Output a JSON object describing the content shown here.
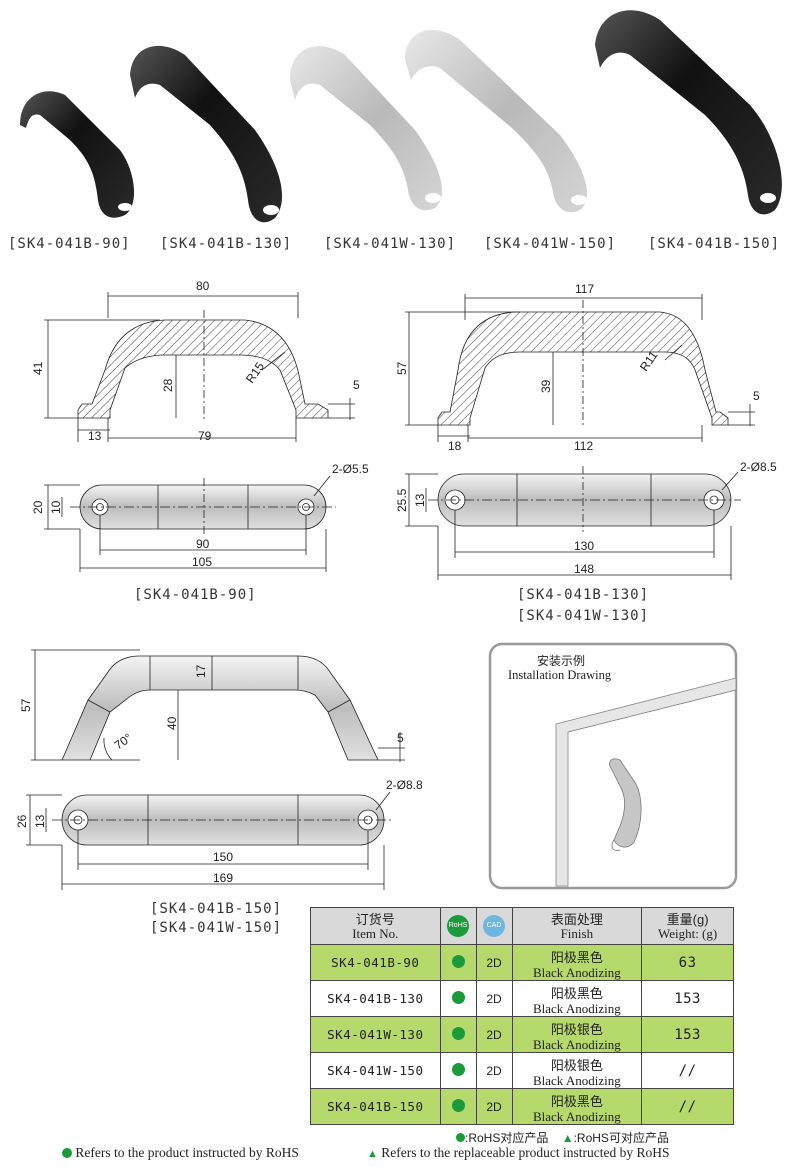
{
  "photo_captions": [
    "[SK4-041B-90]",
    "[SK4-041B-130]",
    "[SK4-041W-130]",
    "[SK4-041W-150]",
    "[SK4-041B-150]"
  ],
  "drawing_captions": {
    "d90": "[SK4-041B-90]",
    "d130_a": "[SK4-041B-130]",
    "d130_b": "[SK4-041W-130]",
    "d150_a": "[SK4-041B-150]",
    "d150_b": "[SK4-041W-150]"
  },
  "dims_90": {
    "w_top": "80",
    "h": "41",
    "inner_h": "28",
    "radius": "R15",
    "foot": "5",
    "foot_w": "13",
    "pitch": "79",
    "hole": "2-Ø5.5",
    "width": "20",
    "hole_w": "10",
    "pitch_b": "90",
    "length": "105"
  },
  "dims_130": {
    "w_top": "117",
    "h": "57",
    "inner_h": "39",
    "radius": "R11",
    "foot": "5",
    "foot_w": "18",
    "pitch": "112",
    "hole": "2-Ø8.5",
    "width": "25.5",
    "hole_w": "13",
    "pitch_b": "130",
    "length": "148"
  },
  "dims_150": {
    "h": "57",
    "thick": "17",
    "inner_h": "40",
    "angle": "70°",
    "foot": "5",
    "hole": "2-Ø8.8",
    "width": "26",
    "hole_w": "13",
    "pitch_b": "150",
    "length": "169"
  },
  "install": {
    "title_cn": "安装示例",
    "title_en": "Installation Drawing"
  },
  "table": {
    "headers": {
      "item_cn": "订货号",
      "item_en": "Item No.",
      "rohs": "RoHS",
      "cad": "CAD",
      "finish_cn": "表面处理",
      "finish_en": "Finish",
      "weight_cn": "重量(g)",
      "weight_en": "Weight: (g)"
    },
    "rows": [
      {
        "item": "SK4-041B-90",
        "cad": "2D",
        "finish_cn": "阳极黑色",
        "finish_en": "Black Anodizing",
        "weight": "63"
      },
      {
        "item": "SK4-041B-130",
        "cad": "2D",
        "finish_cn": "阳极黑色",
        "finish_en": "Black Anodizing",
        "weight": "153"
      },
      {
        "item": "SK4-041W-130",
        "cad": "2D",
        "finish_cn": "阳极银色",
        "finish_en": "Black Anodizing",
        "weight": "153"
      },
      {
        "item": "SK4-041W-150",
        "cad": "2D",
        "finish_cn": "阳极银色",
        "finish_en": "Black Anodizing",
        "weight": "//"
      },
      {
        "item": "SK4-041B-150",
        "cad": "2D",
        "finish_cn": "阳极黑色",
        "finish_en": "Black Anodizing",
        "weight": "//"
      }
    ]
  },
  "legend": {
    "rohs_cn": ":RoHS对应产品",
    "replace_cn": ":RoHS可对应产品",
    "rohs_en": "Refers to the product instructed by RoHS",
    "replace_en": "Refers to the replaceable product instructed by RoHS"
  },
  "colors": {
    "rohs_green": "#1a9a3a",
    "row_green": "#b5d96a",
    "header_gray": "#d9d9d9",
    "black_handle": "#1c1c1c",
    "silver_handle": "#c8c8c8"
  }
}
